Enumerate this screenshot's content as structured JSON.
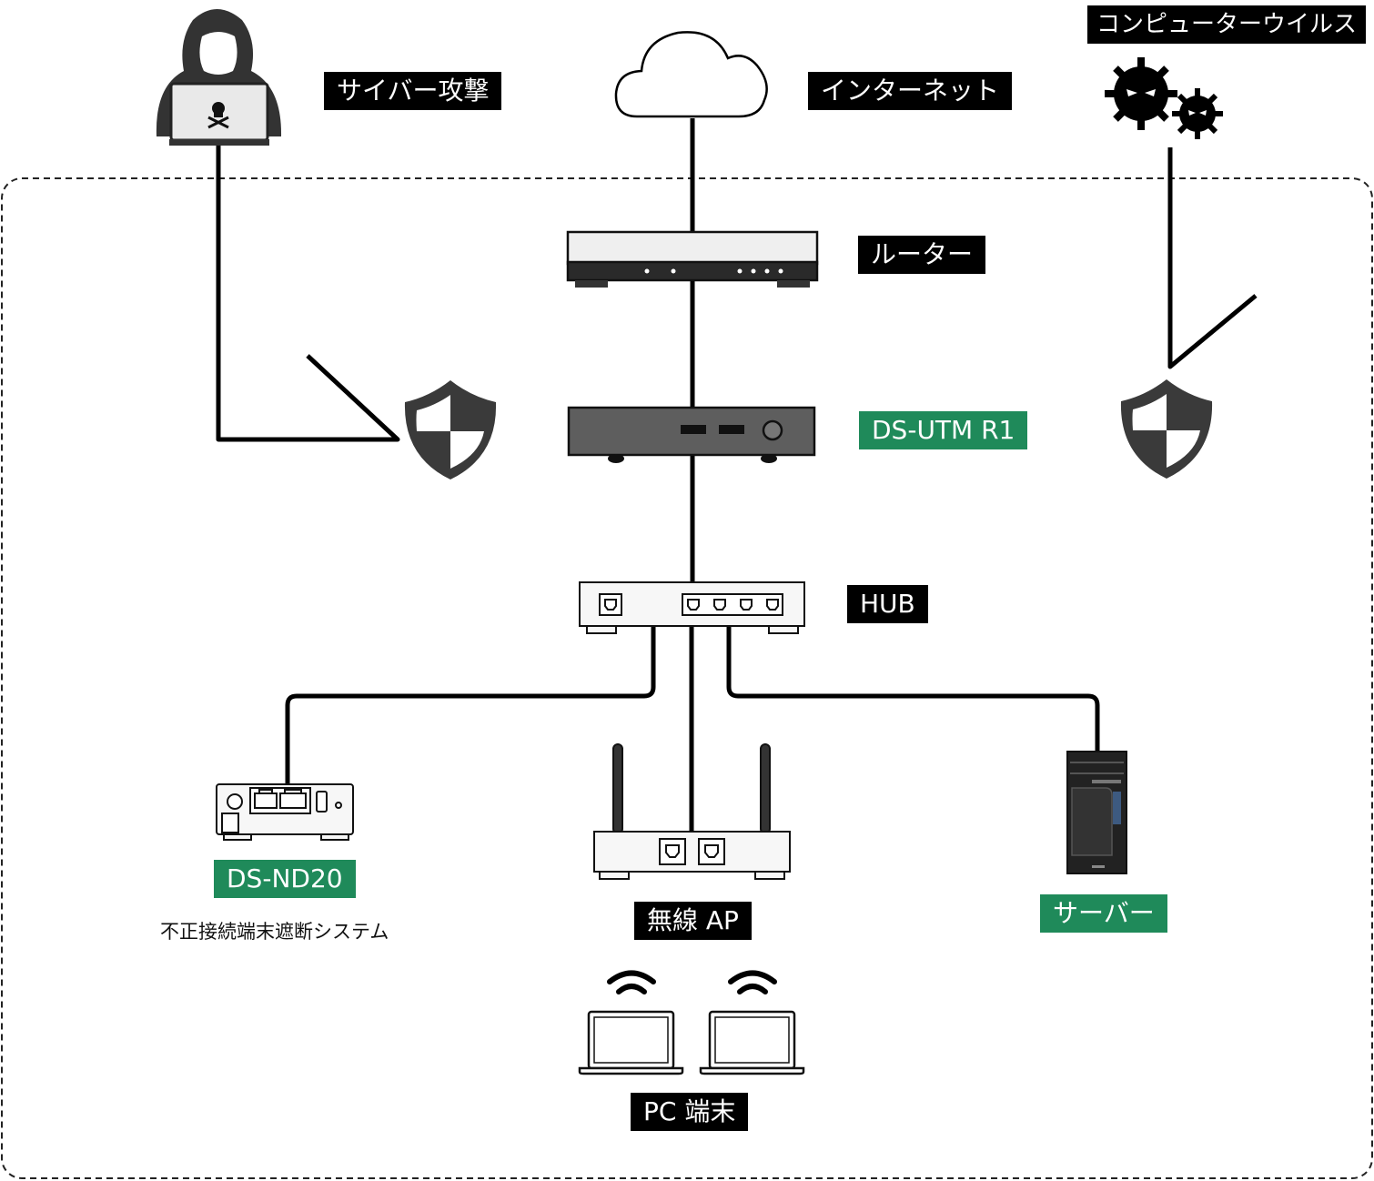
{
  "labels": {
    "cyber_attack": "サイバー攻撃",
    "internet": "インターネット",
    "computer_virus": "コンピューターウイルス",
    "router": "ルーター",
    "utm": "DS-UTM R1",
    "hub": "HUB",
    "nd20": "DS-ND20",
    "nd20_desc": "不正接続端末遮断システム",
    "wireless_ap": "無線 AP",
    "server": "サーバー",
    "pc": "PC 端末"
  },
  "colors": {
    "label_black": "#000000",
    "label_green": "#1f8a5a",
    "line": "#000000",
    "device_dark": "#555555",
    "device_light": "#f2f2f2"
  },
  "icons": [
    "hacker-icon",
    "cloud-icon",
    "virus-icon",
    "router-icon",
    "utm-icon",
    "hub-icon",
    "nd20-icon",
    "wireless-ap-icon",
    "server-icon",
    "shield-icon",
    "laptop-icon",
    "wifi-icon"
  ]
}
